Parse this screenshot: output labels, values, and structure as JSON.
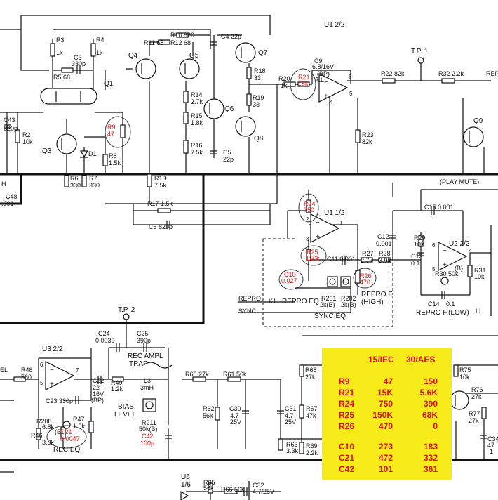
{
  "labels": {
    "u1_2": "U1 2/2",
    "u1_1": "U1 1/2",
    "u2_2": "U2 2/2",
    "u3_2": "U3 2/2",
    "u6": "U6",
    "u6_sub": "1/6",
    "tp1": "T.P. 1",
    "tp2": "T.P. 2",
    "q1": "Q1",
    "q3": "Q3",
    "q4": "Q4",
    "q5": "Q5",
    "q6": "Q6",
    "q7": "Q7",
    "q8": "Q8",
    "q9": "Q9",
    "d1": "D1",
    "r3": "R3",
    "r3v": "1k",
    "r4": "R4",
    "r4v": "1k",
    "r5": "R5 68",
    "c3": "C3",
    "c3v": "330p",
    "r11": "R11 68",
    "r12": "R12 68",
    "r10": "R10 820",
    "c4": "C4 22p",
    "r18": "R18",
    "r18v": "33",
    "r19": "R19",
    "r19v": "33",
    "r14": "R14",
    "r14v": "2.7k",
    "r15": "R15",
    "r15v": "1.8k",
    "r16": "R16",
    "r16v": "7.5k",
    "c5": "C5",
    "c5v": "22p",
    "r13": "R13",
    "r13v": "7.5k",
    "c43": "C43",
    "c43v": "820p",
    "r2": "R2",
    "r2v": "10k",
    "r8": "R8",
    "r8v": "1.5k",
    "r6": "R6",
    "r6v": "330",
    "r7": "R7",
    "r7v": "330",
    "c48": "C48",
    "c48v": ".001",
    "h": "H",
    "r17": "R17 1.5k",
    "c6": "C6 820p",
    "r20": "R20",
    "r20v": "1k",
    "c9": "C9",
    "c9v": "6.8/16V",
    "bp": "(BP)",
    "ll": "LL",
    "r23": "R23",
    "r23v": "82k",
    "r22": "R22 82k",
    "r32": "R32 2.2k",
    "rep": "REP",
    "pin6": "6",
    "pin7": "7",
    "pin4": "4",
    "pin5": "5",
    "pin2": "2",
    "pin3": "3",
    "pin1": "1",
    "play_mute": "(PLAY MUTE)",
    "c15": "C15 0.001",
    "c12": "C12",
    "c12v": "0.001",
    "r29": "R29",
    "r29v": "10k",
    "c13": "C13",
    "c13v": "0.1",
    "r31": "R31",
    "r31v": "10k",
    "r30": "(B)",
    "r30v": "R30 50k",
    "c14": "C14",
    "c14v": "0.1",
    "c11": "C11 0.001",
    "r27": "R27",
    "r27v": "2.7k",
    "r28": "R28",
    "r28v": "3.9k",
    "r201": "R201",
    "r201v": "2k(B)",
    "r202": "R202",
    "r202v": "2k(B)",
    "repro_f": "REPRO F.",
    "high": "(HIGH)",
    "repro_low": "REPRO F.(LOW)",
    "ll2": "LL",
    "repro": "REPRO",
    "sync": "SYNC",
    "k1": "K1",
    "repro_eq": "REPRO EQ",
    "sync_eq": "SYNC EQ",
    "c24": "C24",
    "c24v": "0.0039",
    "c25": "C25",
    "c25v": "390p",
    "rec_ampl": "REC AMPL",
    "trap": "TRAP",
    "l3": "L3",
    "l3v": "3mH",
    "bias": "BIAS",
    "level": "LEVEL",
    "r211": "R211",
    "r211v": "50k(B)",
    "c22": "C22",
    "c22v": "22",
    "c22v2": "16V",
    "c22v3": "(BP)",
    "r49": "R49",
    "r49v": "1.2k",
    "r48": "R48",
    "r48v": "560",
    "el": "EL",
    "c23": "C23 330p",
    "r208": "R208",
    "r208v": "6.8k",
    "r208b": "(B)",
    "r47": "R47",
    "r47v": "1.5k",
    "r46": "R46",
    "r46v": "3.3k",
    "rec_eq": "REC EQ",
    "r60": "R60 27k",
    "r61": "R61 56k",
    "r62": "R62",
    "r62v": "56k",
    "c30": "C30",
    "c30v": "4.7",
    "c30v2": "25V",
    "c31": "C31",
    "c31v": "4.7",
    "c31v2": "25V",
    "r67": "R67",
    "r67v": "47k",
    "r68": "R68",
    "r68v": "27k",
    "r69": "R69",
    "r69v": "2.2k",
    "r63": "R63",
    "r63v": "3.3k",
    "r65": "R65",
    "r65v": "56k",
    "r66": "R66 56k",
    "c32": "C32",
    "c32v": "4.7/25V",
    "r75": "R75",
    "r75v": "10k",
    "r76": "R76",
    "r76v": "27k",
    "r77": "R77",
    "r77v": "27k",
    "c34": "C34",
    "c34v": "47",
    "c34v2": "1",
    "r9_red": "R9",
    "r9v_red": "47",
    "r21_red": "R21",
    "r21v_red": "15k",
    "r24_red": "R24",
    "r24v_red": "750",
    "r25_red": "R25",
    "r25v_red": "150k",
    "r26_red": "R26",
    "r26v_red": "470",
    "c10_red": "C10",
    "c10v_red": "0.027",
    "c21_red": "C21",
    "c21v_red": "0.0047",
    "c42_red": "C42",
    "c42v_red": "100p",
    "bottom_r": "R5 ..."
  },
  "table": {
    "col_15": "15/IEC",
    "col_30": "30/AES",
    "rows": [
      {
        "ref": "R9",
        "v15": "47",
        "v30": "150"
      },
      {
        "ref": "R21",
        "v15": "15K",
        "v30": "5.6K"
      },
      {
        "ref": "R24",
        "v15": "750",
        "v30": "390"
      },
      {
        "ref": "R25",
        "v15": "150K",
        "v30": "68K"
      },
      {
        "ref": "R26",
        "v15": "470",
        "v30": "0"
      },
      {
        "ref": "C10",
        "v15": "273",
        "v30": "183"
      },
      {
        "ref": "C21",
        "v15": "472",
        "v30": "332"
      },
      {
        "ref": "C42",
        "v15": "101",
        "v30": "361"
      }
    ]
  }
}
